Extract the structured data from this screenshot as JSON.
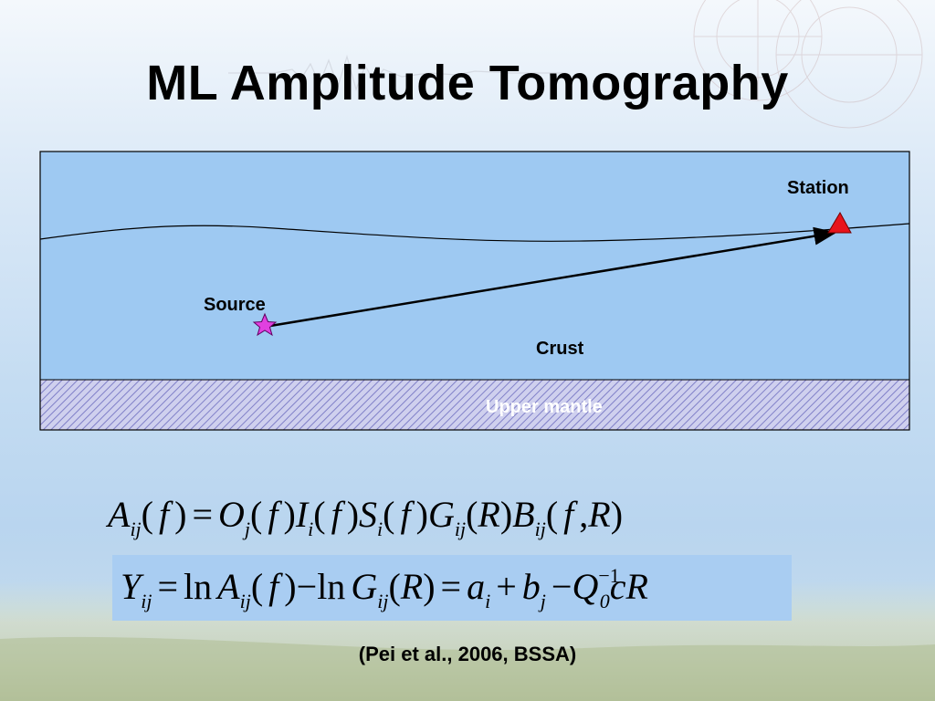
{
  "slide": {
    "title": "ML Amplitude Tomography",
    "citation": "(Pei et al., 2006, BSSA)"
  },
  "diagram": {
    "labels": {
      "station": "Station",
      "source": "Source",
      "crust": "Crust",
      "mantle": "Upper mantle"
    },
    "colors": {
      "crust_fill": "#9ec9f2",
      "mantle_hatch": "#8080c8",
      "station_marker": "#e8141c",
      "source_marker": "#e040e0",
      "ray": "#000000"
    }
  },
  "equations": {
    "eq1": {
      "A": "A",
      "ij": "ij",
      "f": "f",
      "eq": "=",
      "O": "O",
      "j": "j",
      "I": "I",
      "i": "i",
      "S": "S",
      "G": "G",
      "R": "R",
      "B": "B"
    },
    "eq2": {
      "Y": "Y",
      "ij": "ij",
      "eq": "=",
      "ln": "ln",
      "A": "A",
      "f": "f",
      "minus": "−",
      "G": "G",
      "R": "R",
      "a": "a",
      "i": "i",
      "plus": "+",
      "b": "b",
      "j": "j",
      "Q": "Q",
      "zero": "0",
      "neg1": "−1",
      "c": "c"
    },
    "highlight_color": "#a9cdf2"
  }
}
